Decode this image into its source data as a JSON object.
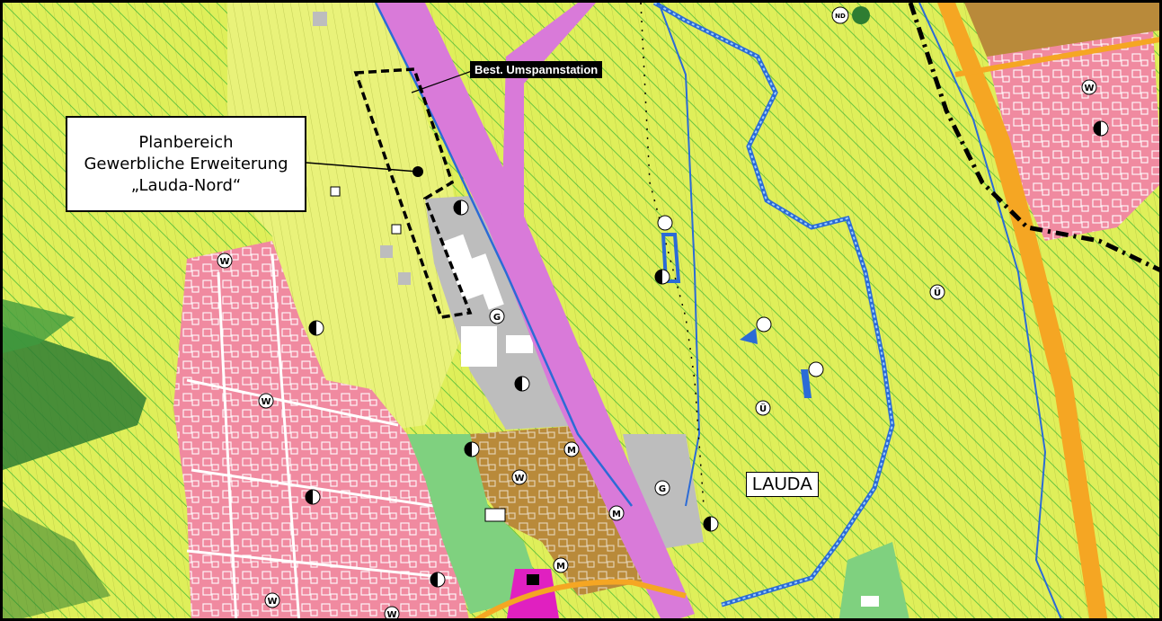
{
  "callout": {
    "line1": "Planbereich",
    "line2": "Gewerbliche Erweiterung",
    "line3": "„Lauda-Nord“"
  },
  "substation_label": "Best. Umspannstation",
  "town_label": "LAUDA",
  "zone_symbols": {
    "residential": "W",
    "mixed": "M",
    "commercial": "G",
    "nature": "ND",
    "public": "Ü"
  },
  "colors": {
    "agriculture": "#dfef5a",
    "green_hatch": "#33b233",
    "residential": "#f08aa0",
    "commercial": "#bdbdbd",
    "mixed": "#b98a3a",
    "rail": "#d97ad9",
    "water": "#2b6bd6",
    "road": "#f5a623",
    "forest": "#2e7d32",
    "garden": "#7fd17f"
  }
}
